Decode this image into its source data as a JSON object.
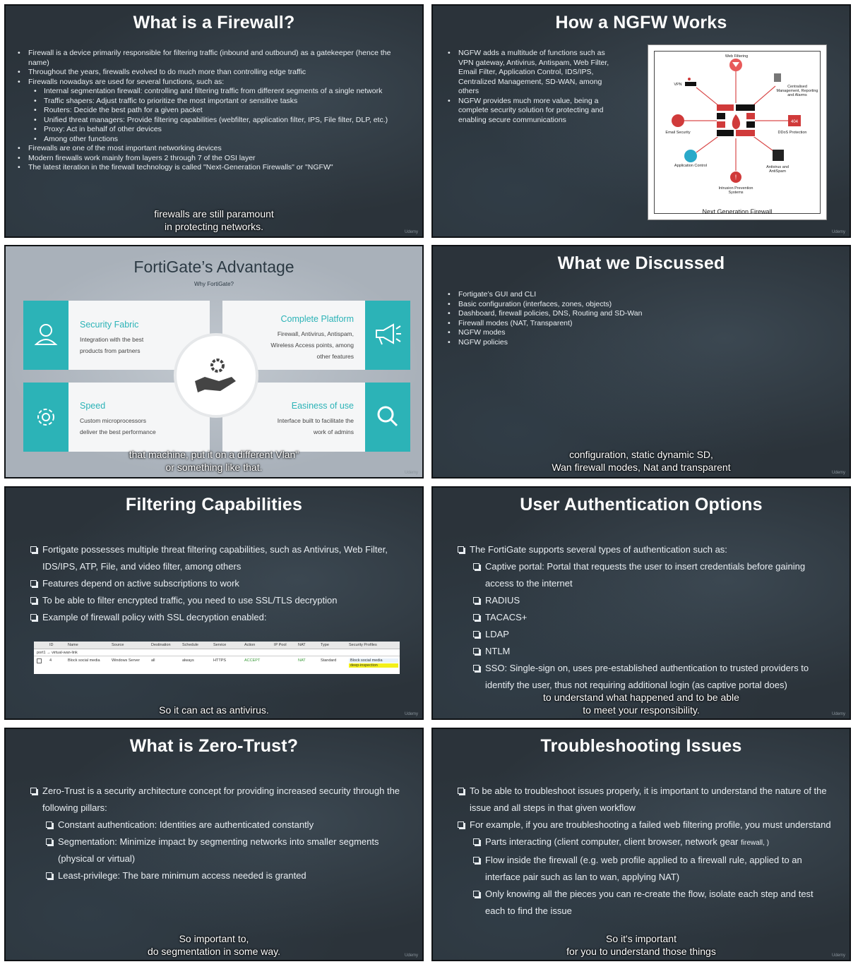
{
  "slides": {
    "firewall": {
      "title": "What is a Firewall?",
      "bullets": [
        "Firewall is a device primarily responsible for filtering traffic (inbound and outbound) as a gatekeeper (hence the name)",
        "Throughout the years, firewalls evolved to do much more than controlling edge traffic",
        "Firewalls nowadays are used for several functions, such as:"
      ],
      "sub_bullets": [
        "Internal segmentation firewall: controlling and filtering traffic from different segments of a single network",
        "Traffic shapers: Adjust traffic to prioritize the most important or sensitive tasks",
        "Routers: Decide the best path for a given packet",
        "Unified threat managers: Provide filtering capabilities (webfilter, application filter, IPS, File filter, DLP, etc.)",
        "Proxy: Act in behalf of other devices",
        "Among other functions"
      ],
      "bullets_after": [
        "Firewalls are one of the most important networking devices",
        "Modern firewalls work mainly from layers 2 through 7 of the OSI layer",
        "The latest iteration in the firewall technology is called \"Next-Generation Firewalls\" or \"NGFW\""
      ],
      "caption_line1": "firewalls are still paramount",
      "caption_line2": "in protecting networks."
    },
    "ngfw": {
      "title": "How a NGFW Works",
      "bullets": [
        "NGFW adds a multitude of functions such as VPN gateway, Antivirus, Antispam, Web Filter, Email Filter, Application Control, IDS/IPS, Centralized Management, SD-WAN, among others",
        "NGFW provides much more value, being a complete security solution for protecting and enabling secure communications"
      ],
      "diagram": {
        "caption": "Next Generation Firewall",
        "web_filtering": "Web Filtering",
        "vpn": "VPN",
        "centralised": "Centralised Management, Reporting and Alarms",
        "email_security": "Email Security",
        "ddos": "DDoS Protection",
        "app_control": "Application Control",
        "antivirus": "Antivirus and AntiSpam",
        "ips": "Intrusion Prevention Systems",
        "ddos_badge": "404"
      }
    },
    "fortigate": {
      "title": "FortiGate’s Advantage",
      "subtitle": "Why FortiGate?",
      "security_fabric": {
        "head": "Security Fabric",
        "line1": "Integration with the best",
        "line2": "products from partners"
      },
      "complete_platform": {
        "head": "Complete Platform",
        "line1": "Firewall, Antivirus, Antispam,",
        "line2": "Wireless Access points, among",
        "line3": "other features"
      },
      "speed": {
        "head": "Speed",
        "line1": "Custom microprocessors",
        "line2": "deliver the best performance"
      },
      "easiness": {
        "head": "Easiness of use",
        "line1": "Interface built to facilitate the",
        "line2": "work of admins"
      },
      "caption_line1": "that machine, put it on a different Vlan\"",
      "caption_line2": "or something like that."
    },
    "discussed": {
      "title": "What we Discussed",
      "bullets": [
        "Fortigate’s GUI and CLI",
        "Basic configuration (interfaces, zones, objects)",
        "Dashboard, firewall policies, DNS, Routing and SD-Wan",
        "Firewall modes (NAT, Transparent)",
        "NGFW modes",
        "NGFW policies"
      ],
      "caption_line1": "configuration, static dynamic SD,",
      "caption_line2": "Wan firewall modes, Nat and transparent"
    },
    "filtering": {
      "title": "Filtering Capabilities",
      "bullets": [
        "Fortigate possesses multiple threat filtering capabilities, such as Antivirus, Web Filter, IDS/IPS, ATP, File, and video filter, among others",
        "Features depend on active subscriptions to work",
        "To be able to filter encrypted traffic, you need to use SSL/TLS decryption",
        "Example of firewall policy with SSL decryption enabled:"
      ],
      "table": {
        "headers": [
          "ID",
          "Name",
          "Source",
          "Destination",
          "Schedule",
          "Service",
          "Action",
          "IP Pool",
          "NAT",
          "Type",
          "Security Profiles"
        ],
        "group": "port1 → virtual-wan-link",
        "row": [
          "4",
          "Block social media",
          "Windows Server",
          "all",
          "always",
          "HTTPS",
          "ACCEPT",
          "",
          "NAT",
          "Standard"
        ],
        "profile_web": "Block social media",
        "profile_ssl": "deep-inspection"
      },
      "caption_line1": "So it can act as antivirus."
    },
    "auth": {
      "title": "User Authentication Options",
      "intro": "The FortiGate supports several types of authentication such as:",
      "options": [
        "Captive portal: Portal that requests the user to insert credentials before gaining access to the internet",
        "RADIUS",
        "TACACS+",
        "LDAP",
        "NTLM",
        "SSO: Single-sign on, uses pre-established authentication to trusted providers to identify the user, thus not requiring additional login (as captive portal does)"
      ],
      "caption_line1": "to understand what happened and to be able",
      "caption_line2": "to meet your responsibility."
    },
    "zerotrust": {
      "title": "What is Zero-Trust?",
      "intro": "Zero-Trust is a security architecture concept for providing increased security through the following pillars:",
      "pillars": [
        "Constant authentication: Identities are authenticated constantly",
        "Segmentation: Minimize impact by segmenting networks into smaller segments (physical or virtual)",
        "Least-privilege: The bare minimum access needed is granted"
      ],
      "caption_line1": "So important to,",
      "caption_line2": "do segmentation in some way."
    },
    "troubleshoot": {
      "title": "Troubleshooting Issues",
      "bullet1": "To be able to troubleshoot issues properly, it is important to understand the nature of the issue and all steps in that given workflow",
      "bullet2": "For example, if you are troubleshooting a failed web filtering profile, you must understand",
      "sub_parts": "Parts interacting (client computer, client browser, network gear",
      "sub_parts_small": "firewall, )",
      "sub_flow": "Flow inside the firewall (e.g. web profile applied to a firewall rule, applied to an interface pair such as lan to wan, applying NAT)",
      "sub_knowing": "Only knowing all the pieces you can re-create the flow, isolate each step and test each to find the issue",
      "caption_line1": "So it's important",
      "caption_line2": "for you to understand those things"
    }
  },
  "watermark": "Udemy",
  "colors": {
    "teal": "#2cb3b7",
    "slide_bg": "#2b333a",
    "firewall_red": "#d03a3a"
  }
}
